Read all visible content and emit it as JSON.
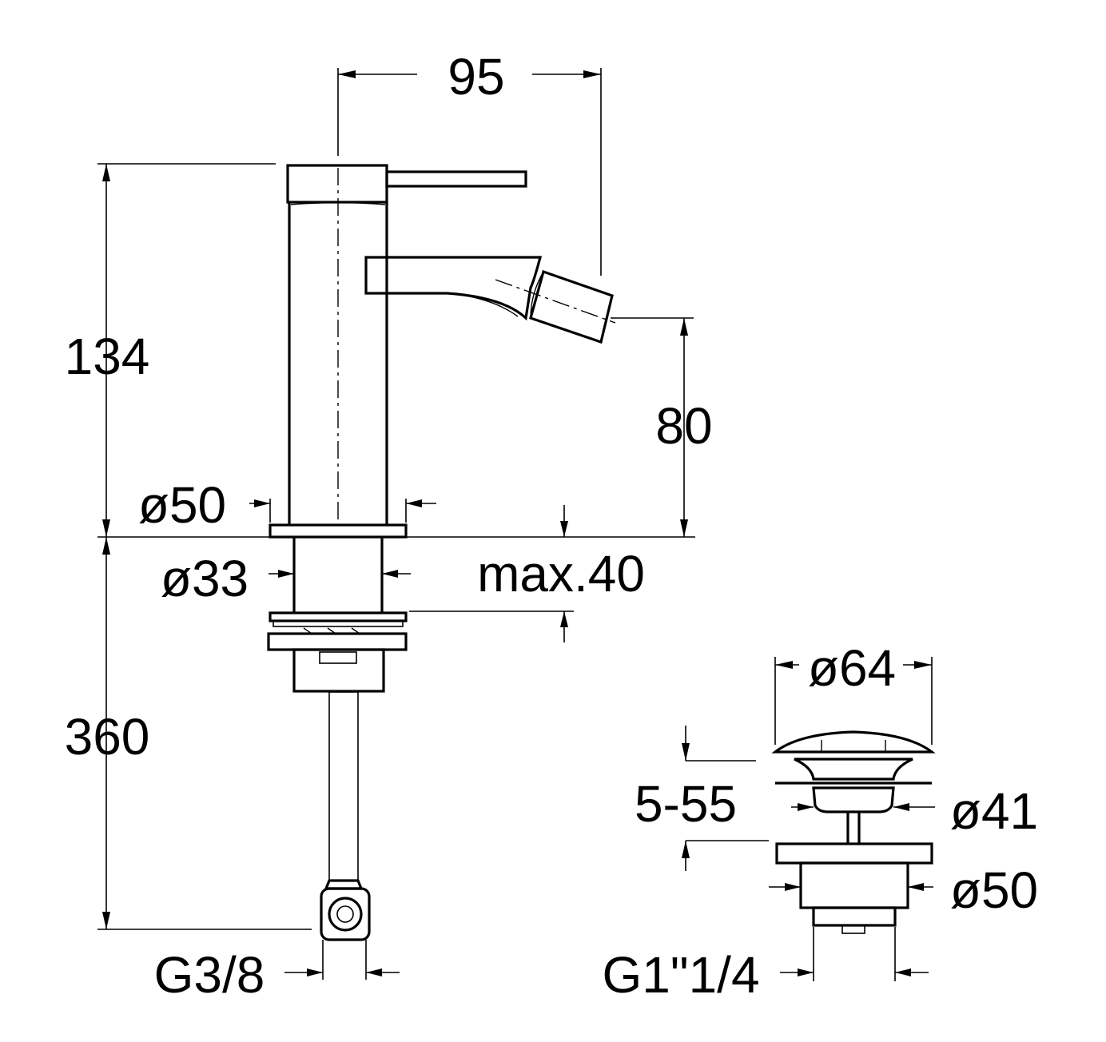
{
  "drawing": {
    "labels": {
      "width_spout": "95",
      "height_total": "134",
      "spout_height": "80",
      "base_diameter": "ø50",
      "shank_diameter": "ø33",
      "max_thickness": "max.40",
      "below_height": "360",
      "hose_thread": "G3/8",
      "waste_top_diameter": "ø64",
      "waste_range": "5-55",
      "waste_mid_diameter": "ø41",
      "waste_base_diameter": "ø50",
      "waste_thread": "G1\"1/4"
    },
    "colors": {
      "line": "#000000",
      "background": "#ffffff"
    }
  }
}
